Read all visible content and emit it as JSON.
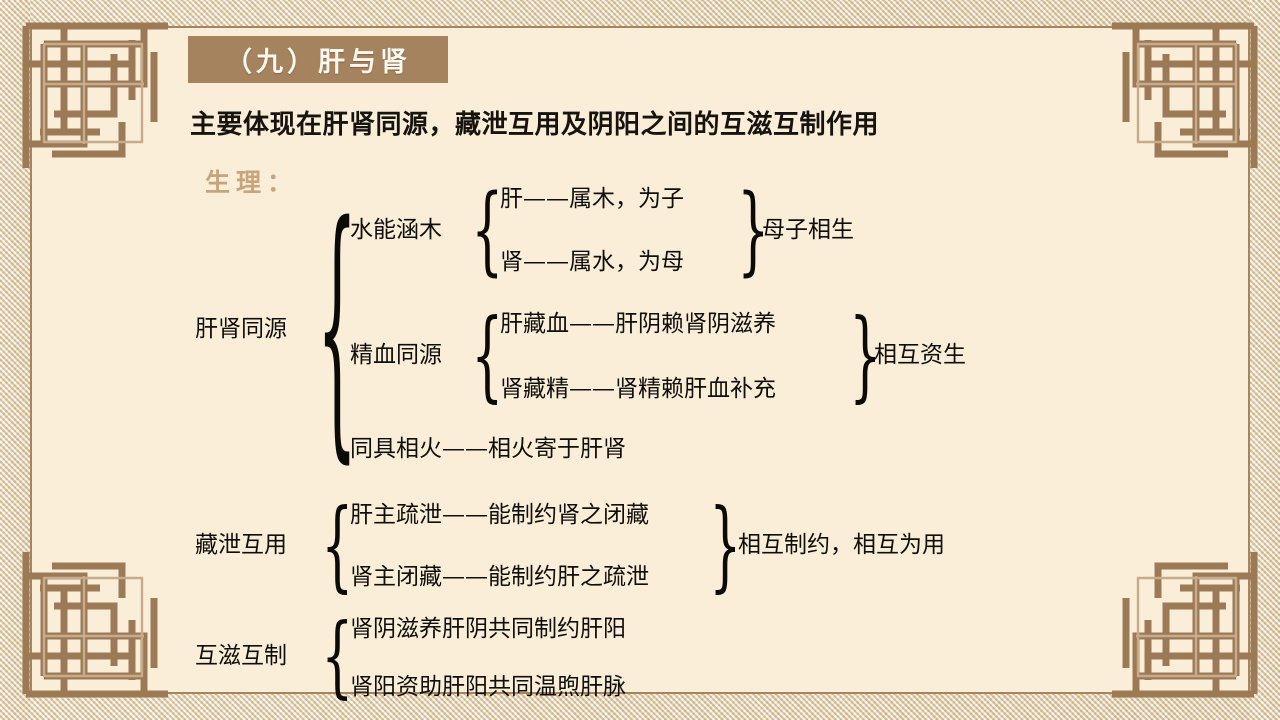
{
  "slide": {
    "title": "（九）肝与肾",
    "subtitle": "主要体现在肝肾同源，藏泄互用及阴阳之间的互滋互制作用",
    "section_label": "生理：",
    "colors": {
      "background": "#faeed8",
      "banner": "#a5835f",
      "banner_text": "#fdf8ef",
      "body_text": "#100e0a",
      "section_label": "#c6a57c",
      "frame_line": "#a5845f",
      "texture": "#e3d4b4",
      "ornament_dark": "#9c7a56",
      "ornament_light": "#c6ab8c"
    }
  },
  "braces": {
    "glyph_open": "{",
    "glyph_close": "}"
  },
  "diagram": {
    "groups": [
      {
        "label": "肝肾同源",
        "subgroups": [
          {
            "label": "水能涵木",
            "leaves": [
              "肝——属木，为子",
              "肾——属水，为母"
            ],
            "summary": "母子相生"
          },
          {
            "label": "精血同源",
            "leaves": [
              "肝藏血——肝阴赖肾阴滋养",
              "肾藏精——肾精赖肝血补充"
            ],
            "summary": "相互资生"
          },
          {
            "label": "同具相火——相火寄于肝肾",
            "leaves": [],
            "summary": ""
          }
        ]
      },
      {
        "label": "藏泄互用",
        "subgroups": [
          {
            "label": "",
            "leaves": [
              "肝主疏泄——能制约肾之闭藏",
              "肾主闭藏——能制约肝之疏泄"
            ],
            "summary": "相互制约，相互为用"
          }
        ]
      },
      {
        "label": "互滋互制",
        "subgroups": [
          {
            "label": "",
            "leaves": [
              "肾阴滋养肝阴共同制约肝阳",
              "肾阳资助肝阳共同温煦肝脉"
            ],
            "summary": ""
          }
        ]
      }
    ]
  }
}
